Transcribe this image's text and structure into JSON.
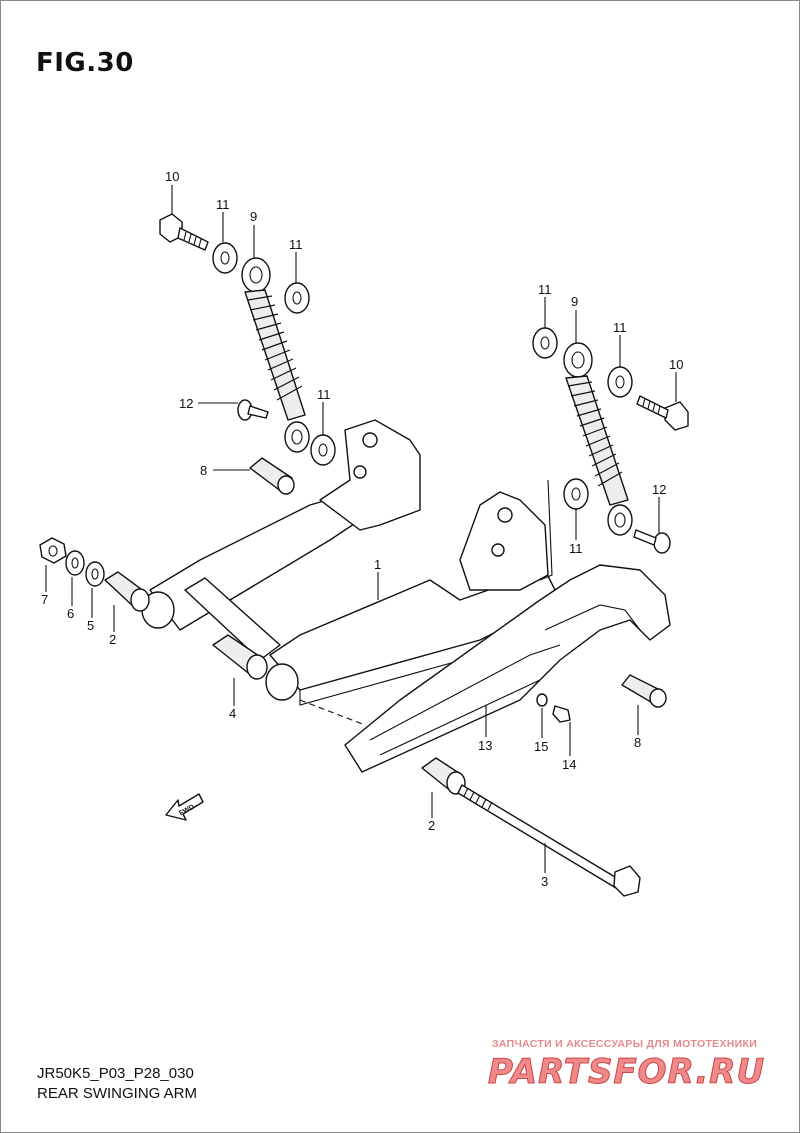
{
  "figure": {
    "title": "FIG.30",
    "model_code": "JR50K5_P03_P28_030",
    "section_name": "REAR SWINGING ARM"
  },
  "watermark": {
    "tagline": "ЗАПЧАСТИ И АКСЕССУАРЫ ДЛЯ МОТОТЕХНИКИ",
    "logo_text": "PARTSFOR.RU"
  },
  "fwd_label": "FWD",
  "callouts": {
    "c10a": "10",
    "c11a": "11",
    "c9a": "9",
    "c11b": "11",
    "c12a": "12",
    "c11c": "11",
    "c8a": "8",
    "c11d": "11",
    "c9b": "9",
    "c11e": "11",
    "c10b": "10",
    "c12b": "12",
    "c11f": "11",
    "c7": "7",
    "c6": "6",
    "c5": "5",
    "c2a": "2",
    "c1": "1",
    "c4": "4",
    "c13": "13",
    "c15": "15",
    "c14": "14",
    "c8b": "8",
    "c2b": "2",
    "c3": "3"
  }
}
